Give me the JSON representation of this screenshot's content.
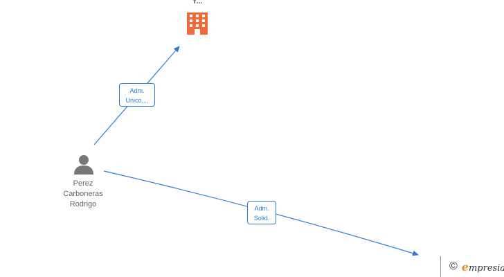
{
  "company": {
    "label": "Y...",
    "icon": "building-icon",
    "color": "#f26a3a"
  },
  "person": {
    "label": "Perez\nCarboneras\nRodrigo",
    "icon": "person-icon",
    "color": "#777777"
  },
  "edges": [
    {
      "label": "Adm.\nUnico,..."
    },
    {
      "label": "Adm.\nSolid."
    }
  ],
  "edge_color": "#2f7bd0",
  "watermark": {
    "copyright": "©",
    "brand_initial": "e",
    "brand_rest": "mpresia"
  }
}
